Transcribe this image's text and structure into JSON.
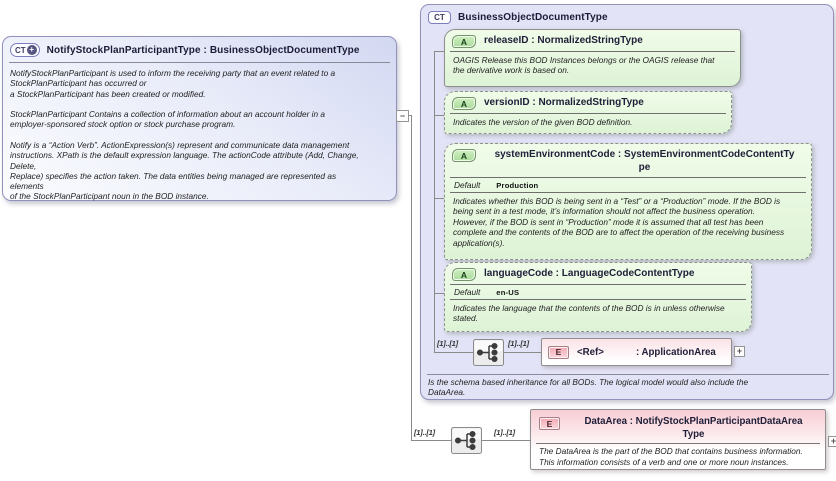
{
  "colors": {
    "complex_type_fill": "#e3e3f7",
    "complex_type_border": "#9191bb",
    "attribute_fill": "#e7f9de",
    "attribute_icon_green": "#a9dc9a",
    "element_pink": "#f8ced5",
    "connector_line": "#8a8a8a"
  },
  "icons": {
    "complex_type": "CT",
    "attribute": "A",
    "element": "E",
    "plus": "+",
    "collapse": "−",
    "expand": "+"
  },
  "left_box": {
    "title": "NotifyStockPlanParticipantType : BusinessObjectDocumentType",
    "description": "NotifyStockPlanParticipant is used to inform the receiving party that an event related to a\nStockPlanParticipant has occurred or\na StockPlanParticipant has been created or modified.\n\nStockPlanParticipant  Contains a collection of information about an account holder in a\nemployer-sponsored stock option or stock purchase program.\n\nNotify is a “Action Verb”. ActionExpression(s) represent and communicate data management\ninstructions. XPath is the default expression language. The actionCode attribute (Add, Change,\nDelete,\nReplace) specifies the action taken. The data entities being managed are represented as\nelements\nof the StockPlanParticipant noun in the BOD instance."
  },
  "right_box": {
    "title": "BusinessObjectDocumentType",
    "attributes": [
      {
        "title": "releaseID : NormalizedStringType",
        "description": "OAGIS Release this BOD Instances belongs or the OAGIS release that\nthe derivative work is based on."
      },
      {
        "title": "versionID : NormalizedStringType",
        "description": "Indicates the version of the given BOD definition."
      },
      {
        "title": "systemEnvironmentCode : SystemEnvironmentCodeContentTy\npe",
        "default_label": "Default",
        "default_value": "Production",
        "description": "Indicates whether this BOD is being sent in a “Test” or a “Production” mode. If the BOD is\nbeing sent in a test mode, it’s information should not affect the business operation.\nHowever, if the BOD is sent in “Production” mode it is assumed that all test has been\ncomplete and the contents of the BOD are to affect the operation of the receiving business\napplication(s)."
      },
      {
        "title": "languageCode : LanguageCodeContentType",
        "default_label": "Default",
        "default_value": "en-US",
        "description": "Indicates the language that the contents of the BOD is in unless otherwise\nstated."
      }
    ],
    "sequence": {
      "cardinality_left": "[1]..[1]",
      "cardinality_right": "[1]..[1]"
    },
    "application_area": {
      "ref_label": "<Ref>",
      "type_label": ": ApplicationArea"
    },
    "description": "Is the schema based inheritance for all BODs. The logical model would also include the\nDataArea."
  },
  "data_area_row": {
    "cardinality_left": "[1]..[1]",
    "cardinality_right": "[1]..[1]",
    "element": {
      "title": "DataArea : NotifyStockPlanParticipantDataArea\nType",
      "description": "The DataArea is the part of the BOD that contains business information.\nThis information consists of a verb and one or more noun instances."
    }
  }
}
